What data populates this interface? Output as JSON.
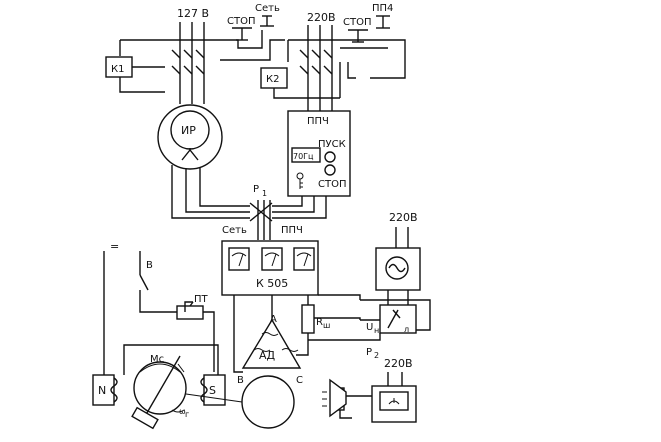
{
  "labels": {
    "v127": "127 В",
    "stop_left": "СТОП",
    "set_top": "Сеть",
    "v220_top": "220В",
    "stop_right": "СТОП",
    "pp4": "ПП4",
    "k1": "К1",
    "k2": "К2",
    "ir": "ИР",
    "ppch_top": "ППЧ",
    "pusk": "ПУСК",
    "freq": "70Гц",
    "stop_ppch": "СТОП",
    "p1": "Р",
    "p1_sub": "1",
    "set_k505": "Сеть",
    "ppch_k505": "ППЧ",
    "k505": "К 505",
    "v220_osc": "220В",
    "switch_v": "В",
    "pt": "ПТ",
    "rsh": "R",
    "rsh_sub": "ш",
    "ad": "АД",
    "phase_a": "А",
    "phase_b": "В",
    "phase_c": "С",
    "un": "U",
    "un_sub": "н",
    "i_sub": "л",
    "p2": "Р",
    "p2_sub": "2",
    "mc": "Мс",
    "n": "N",
    "s": "S",
    "wr": "ω",
    "wr_sub": "г",
    "v220_bottom": "220В",
    "minus_sign": "="
  }
}
